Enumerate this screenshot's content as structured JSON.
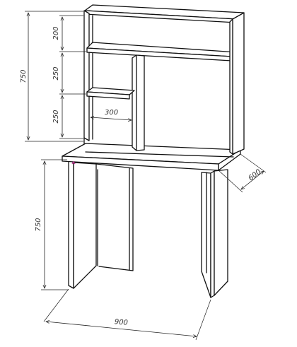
{
  "dimensions": {
    "hutch_total_height": "750",
    "upper_compartment": "200",
    "middle_compartment": "250",
    "lower_compartment": "250",
    "inner_shelf_width": "300",
    "desk_depth": "600",
    "desk_height": "750",
    "desk_width": "900"
  },
  "colors": {
    "line": "#111111",
    "dimension": "#222222",
    "label": "#333333",
    "marker": "#cc3399",
    "background": "#ffffff"
  }
}
